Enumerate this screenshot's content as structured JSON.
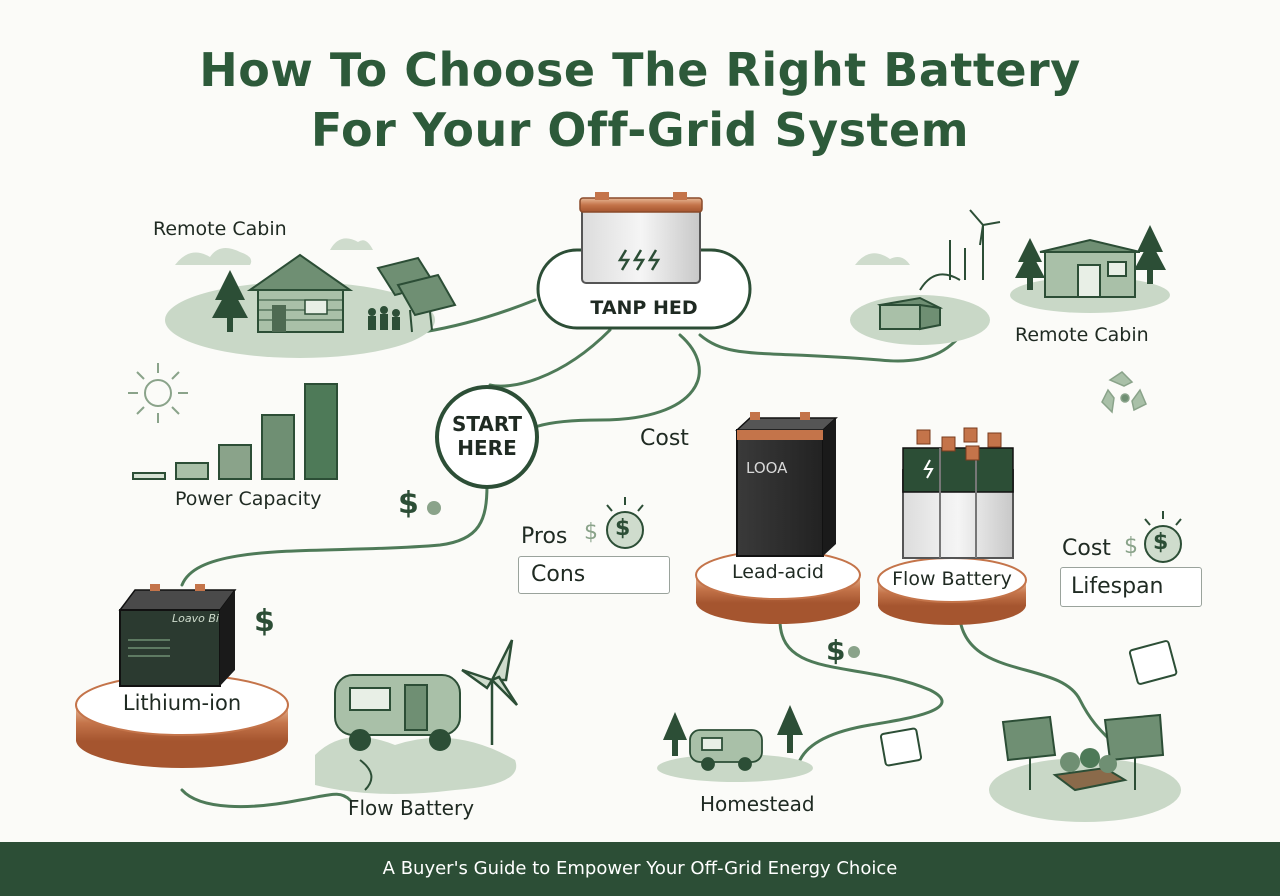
{
  "title": {
    "line1": "How To Choose The Right Battery",
    "line2": "For Your Off-Grid System"
  },
  "hub": {
    "label": "TANP HED",
    "battery_icon": "battery-icon"
  },
  "start": {
    "line1": "START",
    "line2": "HERE"
  },
  "labels": {
    "remote_cabin_left": "Remote Cabin",
    "remote_cabin_right": "Remote Cabin",
    "power_capacity": "Power Capacity",
    "cost_top": "Cost",
    "pros": "Pros",
    "cons": "Cons",
    "cost_right": "Cost",
    "lifespan": "Lifespan",
    "homestead": "Homestead",
    "flow_battery_bottom": "Flow Battery",
    "flow_battery_bottom_glyph": "↯",
    "dollar_sign": "$"
  },
  "batteries": {
    "lithium": {
      "platform_label": "Lithium-ion",
      "case_text": "Loavo Bi"
    },
    "lead_acid": {
      "platform_label": "Lead-acid",
      "case_text": "LOOA"
    },
    "flow": {
      "platform_label": "Flow Battery"
    }
  },
  "footer": {
    "text": "A Buyer's Guide to Empower Your Off-Grid Energy Choice"
  },
  "colors": {
    "dark_green": "#2c4e36",
    "title_green": "#2d5a3a",
    "sage": "#a9c0a8",
    "copper": "#c4744a",
    "background": "#fbfbf8"
  }
}
